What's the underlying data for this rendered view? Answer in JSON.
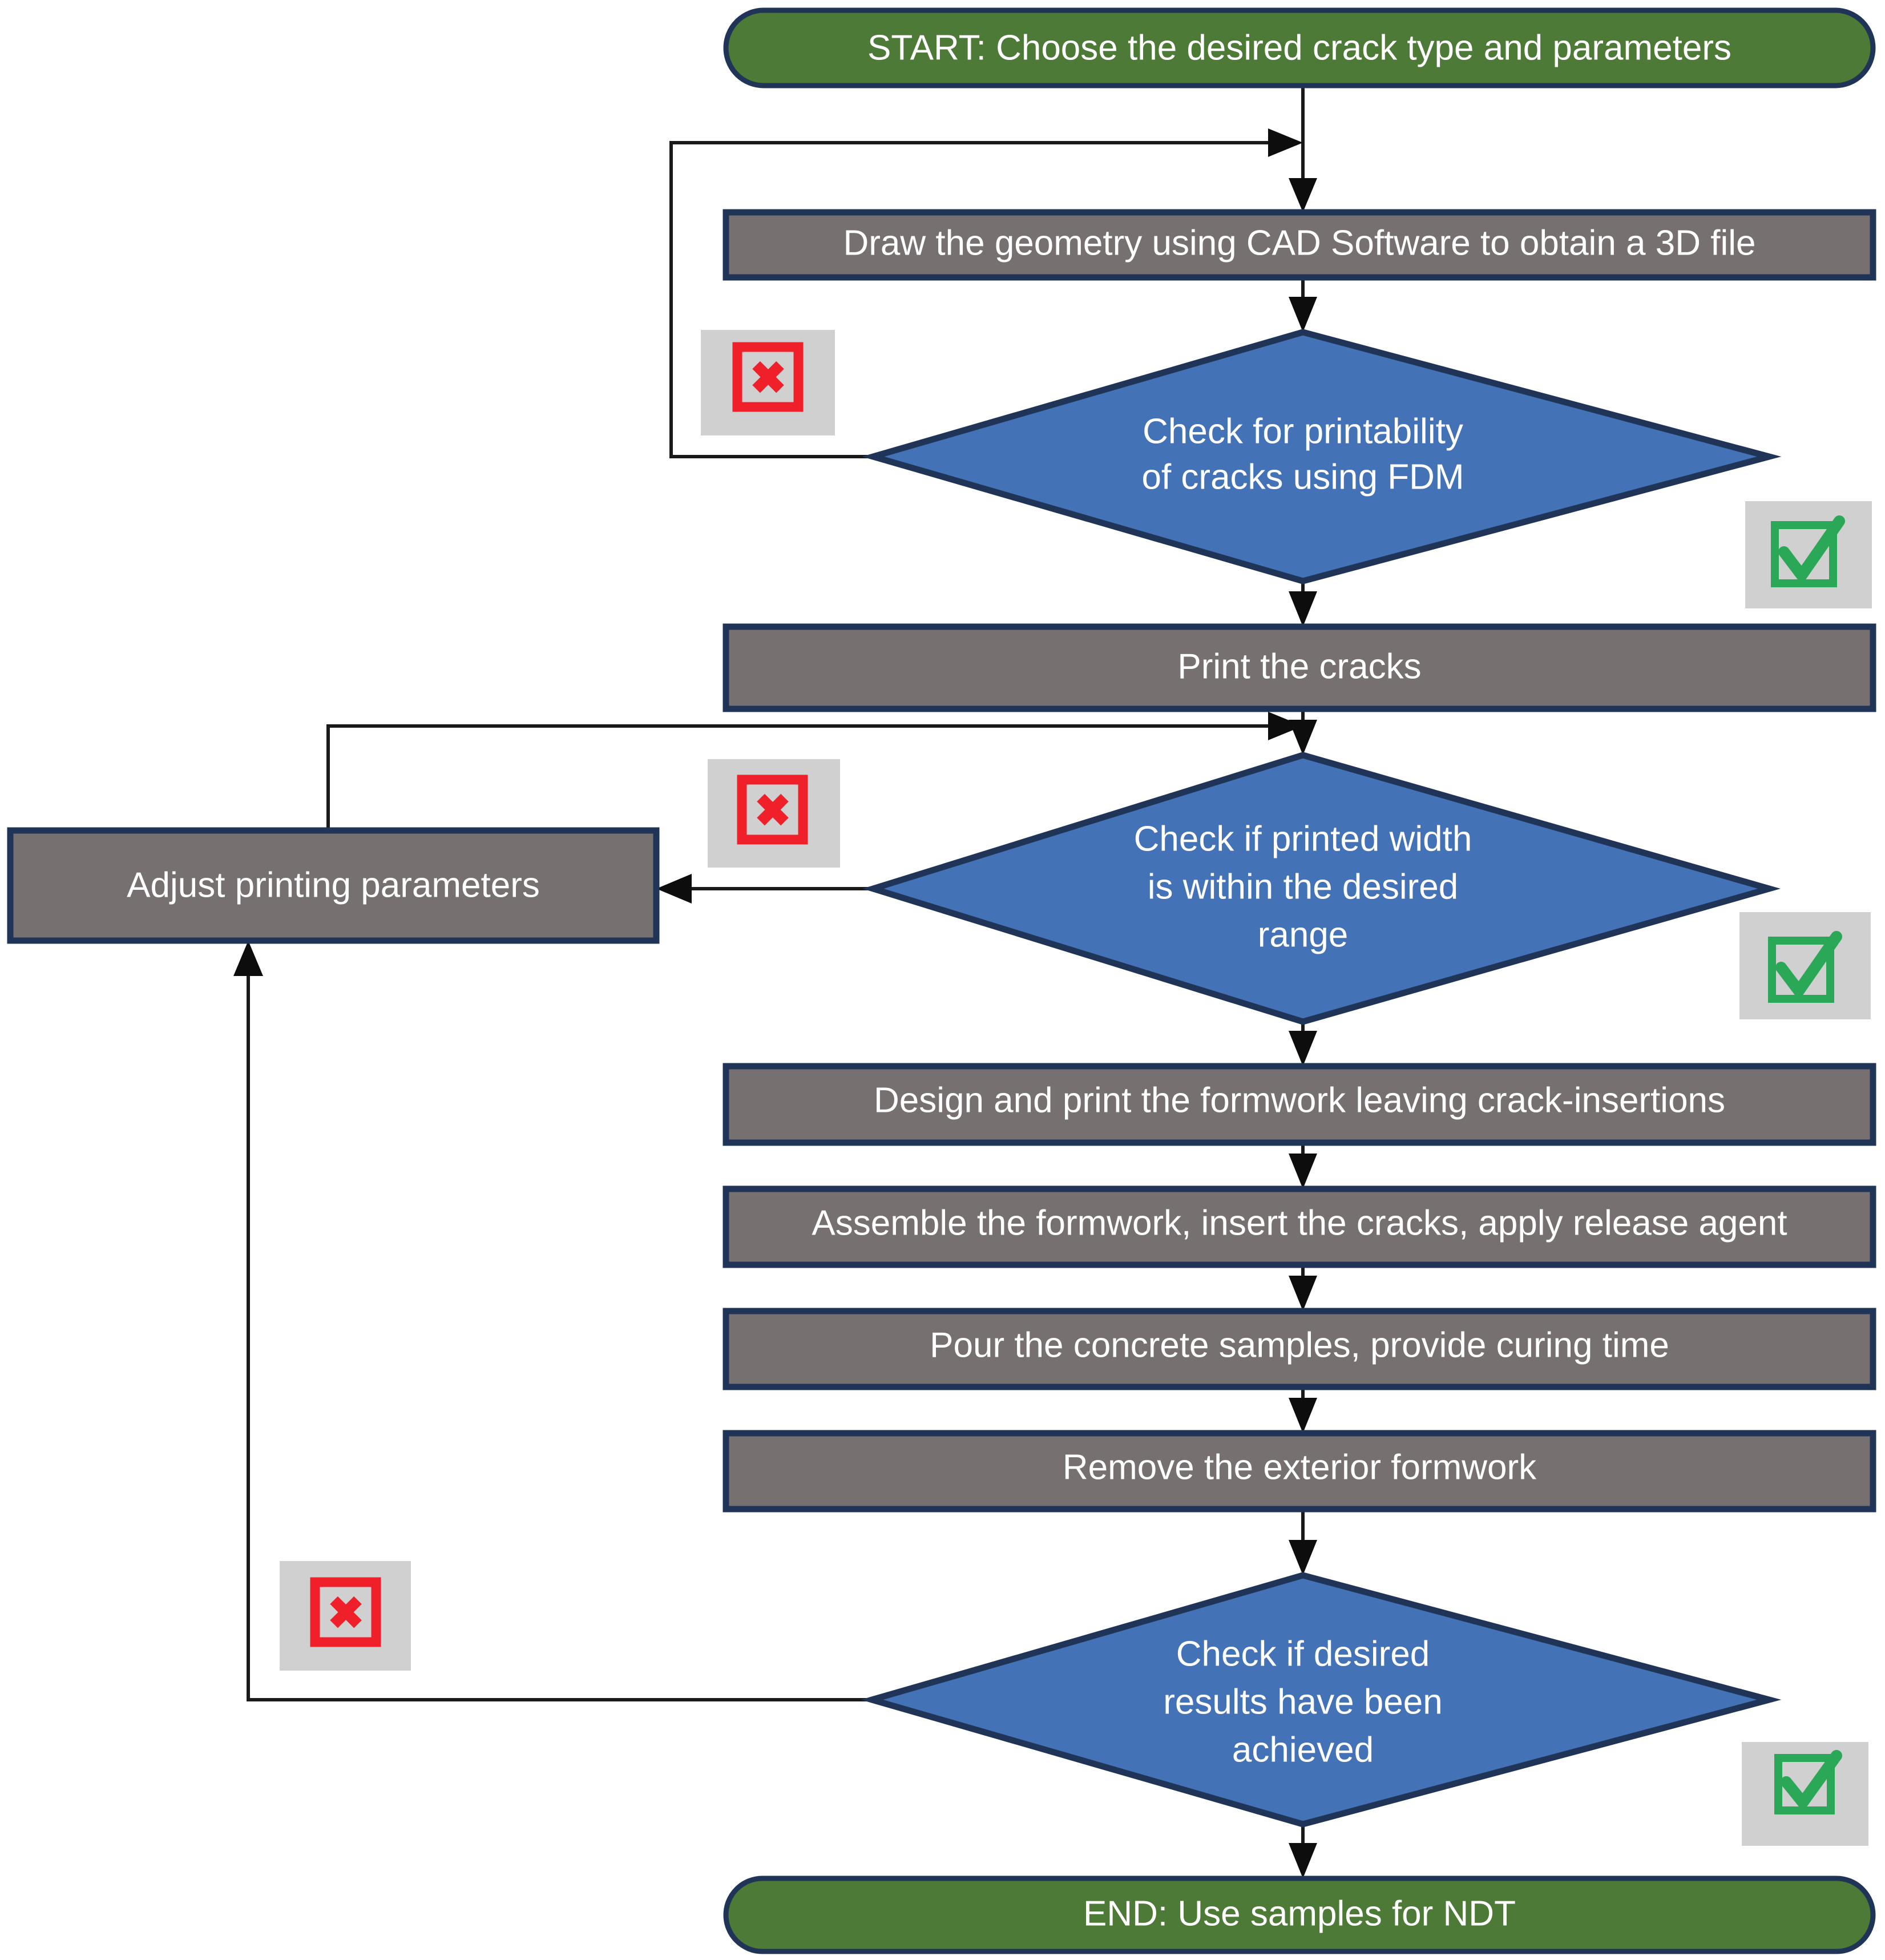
{
  "diagram": {
    "title": "Crack specimen fabrication workflow",
    "colors": {
      "terminal_fill": "#4e7a37",
      "process_fill": "#767070",
      "decision_fill": "#4472b6",
      "node_border": "#1f3456",
      "connector": "#1a1a1a",
      "badge_background": "#d0d0d0",
      "reject_red": "#f0202b",
      "accept_green": "#2aa757",
      "label_text": "#ffffff",
      "page_background": "#ffffff"
    },
    "nodes": [
      {
        "id": "start",
        "type": "terminal",
        "label": "START: Choose the desired crack type and parameters"
      },
      {
        "id": "cad",
        "type": "process",
        "label": "Draw the geometry using CAD Software to obtain a 3D file"
      },
      {
        "id": "check_printability",
        "type": "decision",
        "lines": [
          "Check for printability",
          "of cracks using FDM"
        ]
      },
      {
        "id": "print_cracks",
        "type": "process",
        "label": "Print the cracks"
      },
      {
        "id": "check_width",
        "type": "decision",
        "lines": [
          "Check if printed width",
          "is within the desired",
          "range"
        ]
      },
      {
        "id": "adjust_params",
        "type": "process",
        "label": "Adjust printing parameters"
      },
      {
        "id": "design_formwork",
        "type": "process",
        "label": "Design and print the formwork leaving crack-insertions"
      },
      {
        "id": "assemble_formwork",
        "type": "process",
        "label": "Assemble the formwork, insert the cracks, apply release agent"
      },
      {
        "id": "pour_concrete",
        "type": "process",
        "label": "Pour the concrete samples, provide curing time"
      },
      {
        "id": "remove_formwork",
        "type": "process",
        "label": "Remove the exterior formwork"
      },
      {
        "id": "check_results",
        "type": "decision",
        "lines": [
          "Check if desired",
          "results have been",
          "achieved"
        ]
      },
      {
        "id": "end",
        "type": "terminal",
        "label": "END: Use samples for NDT"
      }
    ],
    "badges": [
      {
        "id": "reject-printability",
        "kind": "reject",
        "glyph": "x-in-box-icon",
        "symbol": "✖"
      },
      {
        "id": "accept-printability",
        "kind": "accept",
        "glyph": "check-in-box-icon",
        "symbol": "✔"
      },
      {
        "id": "reject-width",
        "kind": "reject",
        "glyph": "x-in-box-icon",
        "symbol": "✖"
      },
      {
        "id": "accept-width",
        "kind": "accept",
        "glyph": "check-in-box-icon",
        "symbol": "✔"
      },
      {
        "id": "reject-results",
        "kind": "reject",
        "glyph": "x-in-box-icon",
        "symbol": "✖"
      },
      {
        "id": "accept-results",
        "kind": "accept",
        "glyph": "check-in-box-icon",
        "symbol": "✔"
      }
    ],
    "edges": [
      {
        "from": "start",
        "to": "cad",
        "kind": "sequence"
      },
      {
        "from": "cad",
        "to": "check_printability",
        "kind": "sequence"
      },
      {
        "from": "check_printability",
        "to": "cad",
        "kind": "reject-loop"
      },
      {
        "from": "check_printability",
        "to": "print_cracks",
        "kind": "accept"
      },
      {
        "from": "print_cracks",
        "to": "check_width",
        "kind": "sequence"
      },
      {
        "from": "check_width",
        "to": "adjust_params",
        "kind": "reject"
      },
      {
        "from": "adjust_params",
        "to": "print_cracks",
        "kind": "reject-loop"
      },
      {
        "from": "check_width",
        "to": "design_formwork",
        "kind": "accept"
      },
      {
        "from": "design_formwork",
        "to": "assemble_formwork",
        "kind": "sequence"
      },
      {
        "from": "assemble_formwork",
        "to": "pour_concrete",
        "kind": "sequence"
      },
      {
        "from": "pour_concrete",
        "to": "remove_formwork",
        "kind": "sequence"
      },
      {
        "from": "remove_formwork",
        "to": "check_results",
        "kind": "sequence"
      },
      {
        "from": "check_results",
        "to": "adjust_params",
        "kind": "reject-loop"
      },
      {
        "from": "check_results",
        "to": "end",
        "kind": "accept"
      }
    ]
  }
}
